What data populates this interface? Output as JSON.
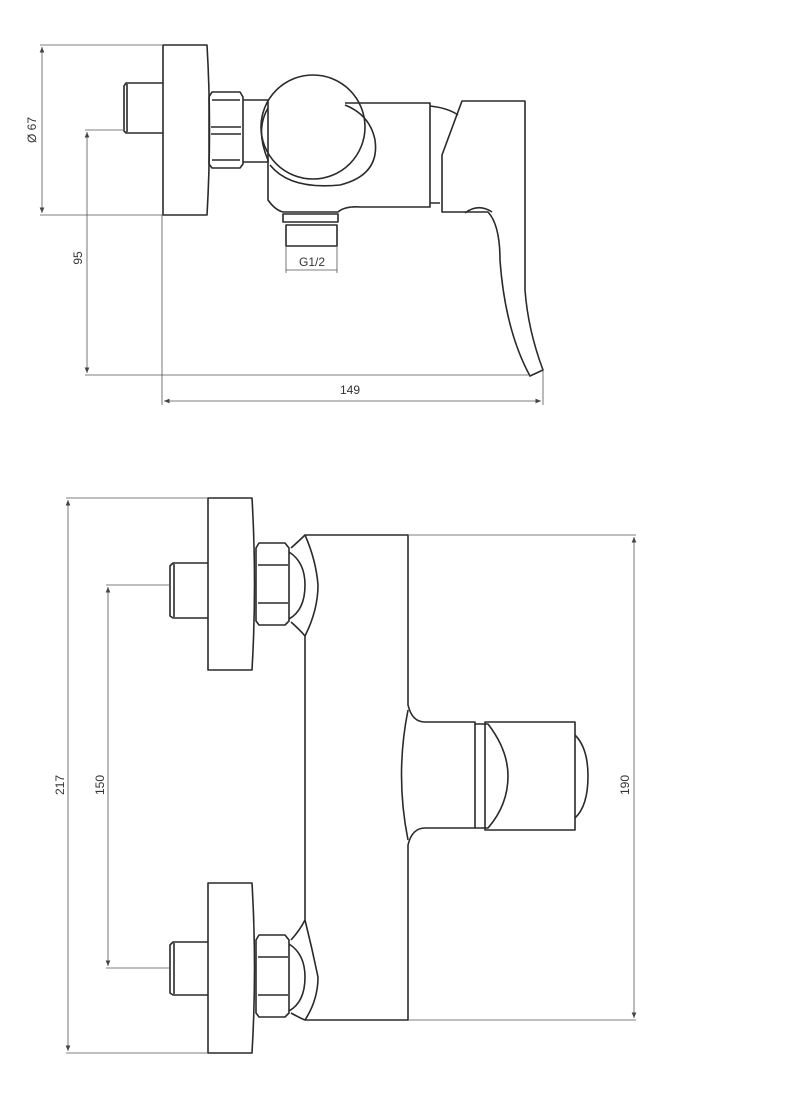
{
  "side_view": {
    "diameter_label": "Ø 67",
    "height_label": "95",
    "thread_label": "G1/2",
    "depth_label": "149"
  },
  "front_view": {
    "total_height_label": "217",
    "spacing_label": "150",
    "body_height_label": "190"
  },
  "colors": {
    "line": "#2a2a2a",
    "dimension": "#555555"
  }
}
